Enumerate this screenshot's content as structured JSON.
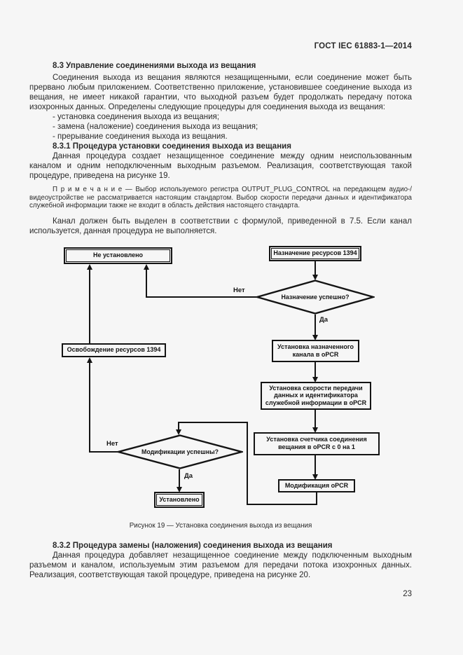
{
  "header": {
    "doc_code": "ГОСТ IEC 61883-1—2014"
  },
  "colors": {
    "page_bg": "#f6f6f6",
    "ink": "#2a2a2a",
    "line": "#141414"
  },
  "sections": {
    "s83": {
      "heading": "8.3 Управление соединениями выхода из вещания",
      "para1": "Соединения выхода из вещания являются незащищенными, если соединение может быть прервано любым приложением. Соответственно приложение, установившее соединение выхода из вещания, не имеет никакой гарантии, что выходной разъем будет продолжать передачу потока изохронных данных. Определены следующие процедуры для соединения выхода из вещания:",
      "items": [
        "- установка соединения выхода из вещания;",
        "- замена (наложение) соединения выхода из вещания;",
        "- прерывание соединения выхода из вещания."
      ]
    },
    "s831": {
      "heading": "8.3.1 Процедура установки соединения выхода из вещания",
      "para1": "Данная процедура создает незащищенное соединение между одним неиспользованным каналом и одним неподключенным выходным разъемом. Реализация, соответствующая такой процедуре, приведена на рисунке 19.",
      "note": "П р и м е ч а н и е — Выбор используемого регистра OUTPUT_PLUG_CONTROL на передающем аудио-/видеоустройстве не рассматривается настоящим стандартом. Выбор скорости передачи данных и идентификатора служебной информации также не входит в область действия настоящего стандарта.",
      "para2": "Канал должен быть выделен в соответствии с формулой, приведенной в 7.5. Если канал используется, данная процедура не выполняется."
    },
    "s832": {
      "heading": "8.3.2 Процедура замены (наложения) соединения выхода из вещания",
      "para1": "Данная процедура добавляет незащищенное соединение между подключенным выходным разъемом и каналом, используемым этим разъемом для передачи потока изохронных данных. Реализация, соответствующая такой процедуре, приведена на рисунке 20."
    }
  },
  "figure19": {
    "caption": "Рисунок 19 — Установка соединения выхода из вещания",
    "nodes": {
      "not_established": "Не установлено",
      "allocate": "Назначение ресурсов 1394",
      "alloc_ok": "Назначение успешно?",
      "set_channel": "Установка назначенного канала в oPCR",
      "set_speed": "Установка скорости передачи данных и идентификатора служебной информации в  oPCR",
      "set_counter": "Установка счетчика соединения вещания в oPCR с 0 на 1",
      "modify": "Модификация oPCR",
      "modify_ok": "Модификации успешны?",
      "release": "Освобождение ресурсов 1394",
      "established": "Установлено"
    },
    "labels": {
      "yes1": "Да",
      "no1": "Нет",
      "yes2": "Да",
      "no2": "Нет"
    }
  },
  "footer": {
    "page_number": "23"
  }
}
